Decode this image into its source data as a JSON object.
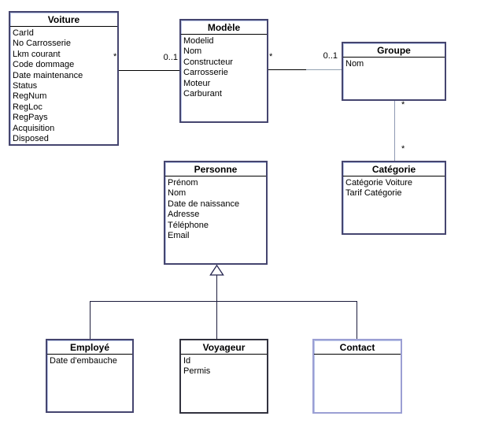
{
  "uml": {
    "classes": [
      {
        "name": "Voiture",
        "attributes": [
          "CarId",
          "No Carrosserie",
          "Lkm courant",
          "Code dommage",
          "Date maintenance",
          "Status",
          "RegNum",
          "RegLoc",
          "RegPays",
          "Acquisition",
          "Disposed"
        ]
      },
      {
        "name": "Modèle",
        "attributes": [
          "Modelid",
          "Nom",
          "Constructeur",
          "Carrosserie",
          "Moteur",
          "Carburant"
        ]
      },
      {
        "name": "Groupe",
        "attributes": [
          "Nom"
        ]
      },
      {
        "name": "Catégorie",
        "attributes": [
          "Catégorie Voiture",
          "Tarif Catégorie"
        ]
      },
      {
        "name": "Personne",
        "attributes": [
          "Prénom",
          "Nom",
          "Date de naissance",
          "Adresse",
          "Téléphone",
          "Email"
        ]
      },
      {
        "name": "Employé",
        "attributes": [
          "Date d'embauche"
        ]
      },
      {
        "name": "Voyageur",
        "attributes": [
          "Id",
          "Permis"
        ]
      },
      {
        "name": "Contact",
        "attributes": []
      }
    ],
    "multiplicities": {
      "voiture_side": "*",
      "modele_left": "0..1",
      "modele_right": "*",
      "groupe_left": "0..1",
      "groupe_bottom": "*",
      "categorie_top": "*"
    },
    "colors": {
      "class_border": "#45456f",
      "voyageur_border": "#32323f",
      "contact_border": "#9b9fd4",
      "association_line": "#000000",
      "association_line_muted": "#93a1b2",
      "groupe_categorie_line": "#8e99b3",
      "generalization_line": "#1c1c3c",
      "background": "#ffffff"
    }
  }
}
